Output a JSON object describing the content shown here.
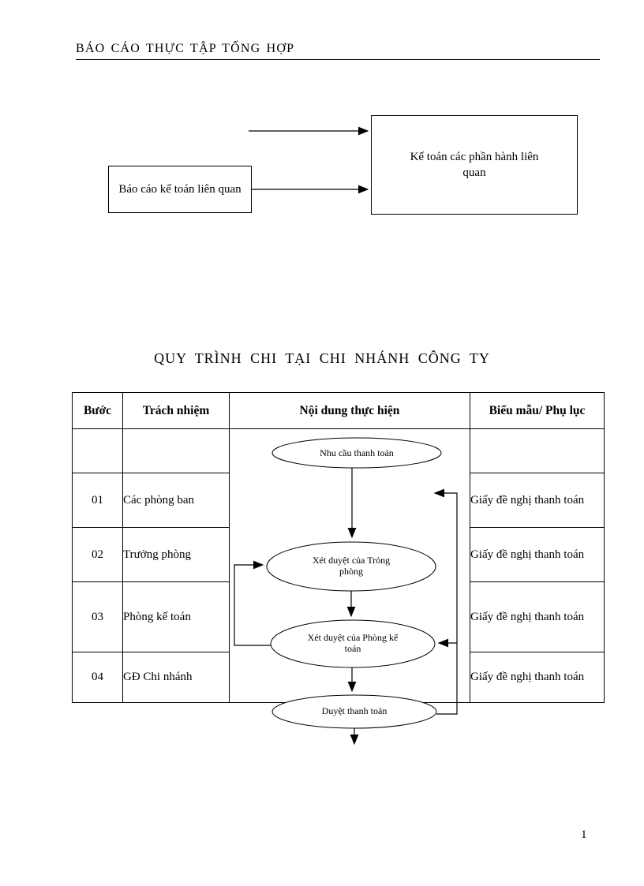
{
  "header": {
    "title": "BÁO CÁO THỰC TẬP TỔNG HỢP"
  },
  "top_diagram": {
    "left_box": "Báo cáo kế toán liên quan",
    "right_box": "Kế toán các phần hành liên quan"
  },
  "section_title": "QUY TRÌNH CHI TẠI CHI NHÁNH CÔNG TY",
  "table": {
    "headers": [
      "Bước",
      "Trách nhiệm",
      "Nội dung thực hiện",
      "Biểu mẫu/ Phụ lục"
    ],
    "rows": [
      {
        "step": "",
        "responsibility": "",
        "form": ""
      },
      {
        "step": "01",
        "responsibility": "Các phòng ban",
        "form": "Giấy đề nghị thanh toán"
      },
      {
        "step": "02",
        "responsibility": "Trưởng phòng",
        "form": "Giấy đề nghị thanh toán"
      },
      {
        "step": "03",
        "responsibility": "Phòng kế toán",
        "form": "Giấy đề nghị thanh toán"
      },
      {
        "step": "04",
        "responsibility": "GĐ Chi nhánh",
        "form": "Giấy đề nghị thanh toán"
      }
    ]
  },
  "flowchart": {
    "nodes": [
      "Nhu cầu thanh toán",
      "Xét duyệt của Trỏng phòng",
      "Xét duyệt của Phòng kế toán",
      "Duyệt thanh toán"
    ]
  },
  "page_number": "1"
}
